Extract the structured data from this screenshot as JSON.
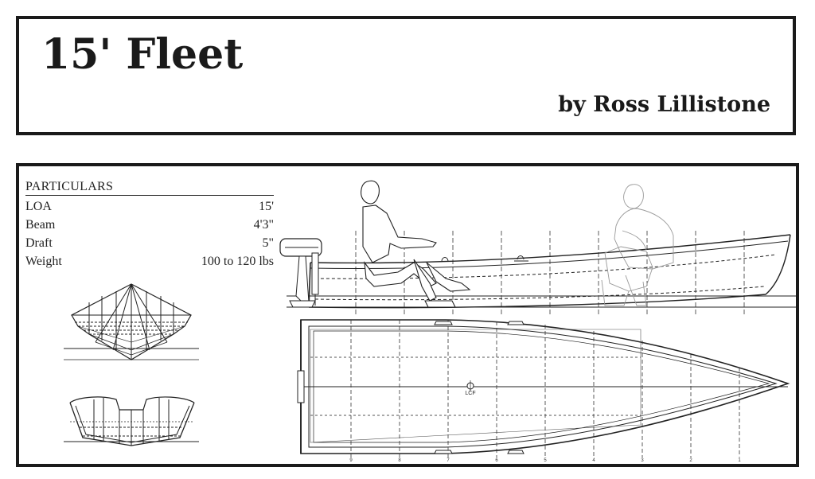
{
  "header": {
    "title": "15' Fleet",
    "author": "by Ross Lillistone"
  },
  "particulars": {
    "heading": "PARTICULARS",
    "rows": [
      {
        "label": "LOA",
        "value": "15'"
      },
      {
        "label": "Beam",
        "value": "4'3\""
      },
      {
        "label": "Draft",
        "value": "5\""
      },
      {
        "label": "Weight",
        "value": "100 to 120 lbs"
      }
    ]
  },
  "plan_view": {
    "lcf_label": "LCF",
    "station_labels": [
      "9",
      "8",
      "7",
      "6",
      "5",
      "4",
      "3",
      "2",
      "1"
    ]
  }
}
